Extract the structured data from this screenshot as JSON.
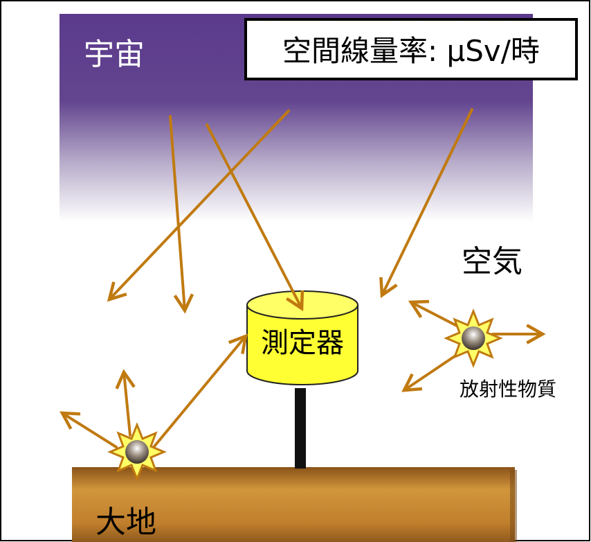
{
  "labels": {
    "space": "宇宙",
    "dose_rate": "空間線量率: μSv/時",
    "air": "空気",
    "detector": "測定器",
    "radioactive_material": "放射性物質",
    "ground": "大地"
  },
  "colors": {
    "space_purple": "#5b3a8c",
    "arrow": "#c07a10",
    "detector_fill": "#ffff33",
    "ground_brown": "#b7782a",
    "star_yellow": "#ffff66",
    "border": "#000000"
  },
  "icons": {
    "radiation_source": "star-burst-icon"
  }
}
